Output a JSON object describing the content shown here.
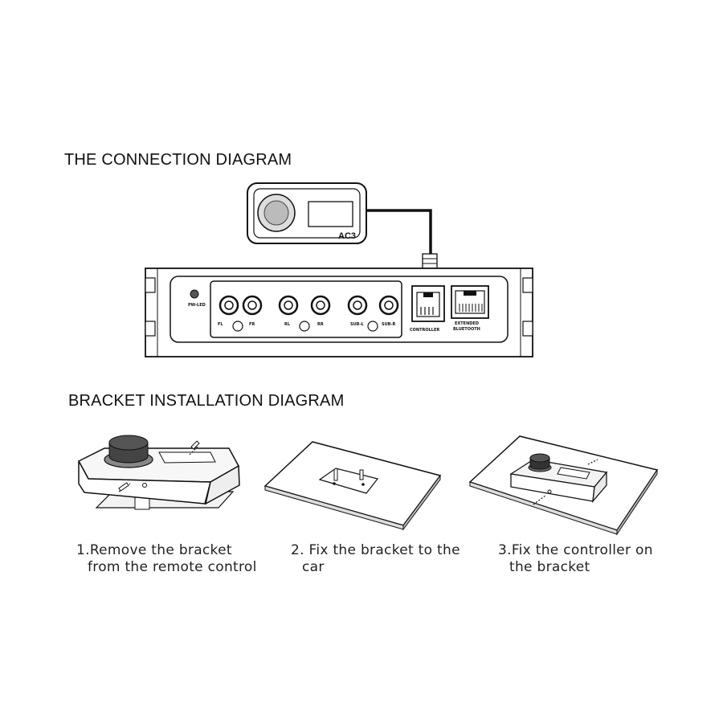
{
  "connection_diagram": {
    "title": "THE CONNECTION DIAGRAM",
    "controller_label": "AC3",
    "led_label": "PW-LED",
    "rca_labels": [
      "FL",
      "FR",
      "RL",
      "RR",
      "SUB-L",
      "SUB-R"
    ],
    "controller_port_label": "CONTROLLER",
    "bluetooth_port_label_line1": "EXTENDED",
    "bluetooth_port_label_line2": "BLUETOOTH"
  },
  "bracket_diagram": {
    "title": "BRACKET INSTALLATION DIAGRAM",
    "steps": [
      {
        "line1": "1.Remove the bracket",
        "line2": "from the remote control"
      },
      {
        "line1": "2. Fix the bracket to the",
        "line2": "car"
      },
      {
        "line1": "3.Fix the controller on",
        "line2": "the bracket"
      }
    ]
  }
}
